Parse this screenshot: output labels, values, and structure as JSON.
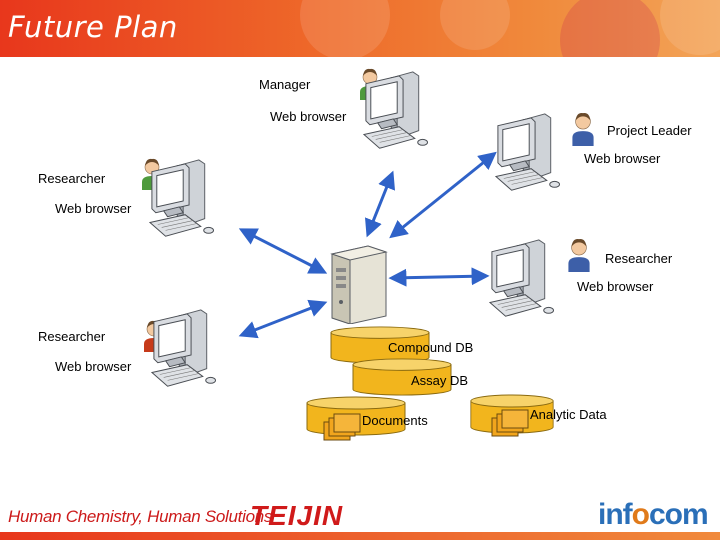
{
  "header": {
    "title": "Future Plan"
  },
  "nodes": {
    "manager": {
      "role": "Manager",
      "client": "Web browser"
    },
    "project_leader": {
      "role": "Project Leader",
      "client": "Web browser"
    },
    "researcher_left_top": {
      "role": "Researcher",
      "client": "Web browser"
    },
    "researcher_right": {
      "role": "Researcher",
      "client": "Web browser"
    },
    "researcher_left_bottom": {
      "role": "Researcher",
      "client": "Web browser"
    }
  },
  "databases": {
    "compound": "Compound DB",
    "assay": "Assay DB",
    "documents": "Documents",
    "analytic": "Analytic Data"
  },
  "footer": {
    "slogan": "Human Chemistry, Human Solutions",
    "brand_left": "TEIJIN",
    "brand_right_a": "inf",
    "brand_right_o": "o",
    "brand_right_b": "com"
  },
  "colors": {
    "header": "#e8371c",
    "arrow": "#2f62c8",
    "db": "#f2b51d",
    "brand_red": "#d01a1a",
    "brand_blue": "#2a6fb8"
  }
}
